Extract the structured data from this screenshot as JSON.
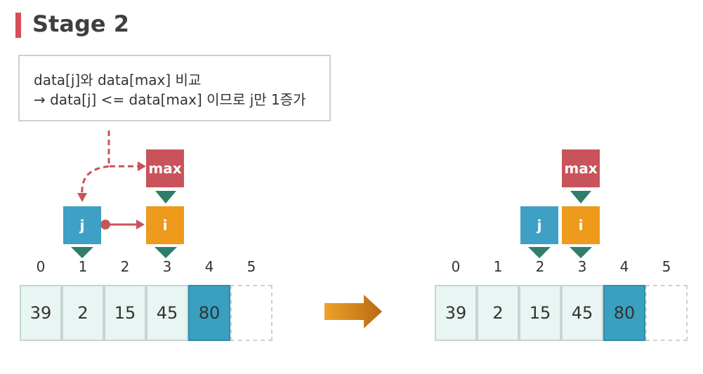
{
  "title": "Stage 2",
  "note": {
    "line1": "data[j]와 data[max] 비교",
    "line2": "→ data[j] <= data[max] 이므로 j만 1증가"
  },
  "labels": {
    "max": "max",
    "j": "j",
    "i": "i"
  },
  "before": {
    "indices": [
      "0",
      "1",
      "2",
      "3",
      "4",
      "5"
    ],
    "values": [
      "39",
      "2",
      "15",
      "45",
      "80",
      ""
    ]
  },
  "after": {
    "indices": [
      "0",
      "1",
      "2",
      "3",
      "4",
      "5"
    ],
    "values": [
      "39",
      "2",
      "15",
      "45",
      "80",
      ""
    ]
  },
  "colors": {
    "max": "#c9535a",
    "j": "#3ea0c4",
    "i": "#ee9a1d",
    "highlight": "#39a0c0",
    "pointer_arrow": "#2f7d6a",
    "transition_arrow": "#d98a1c"
  }
}
